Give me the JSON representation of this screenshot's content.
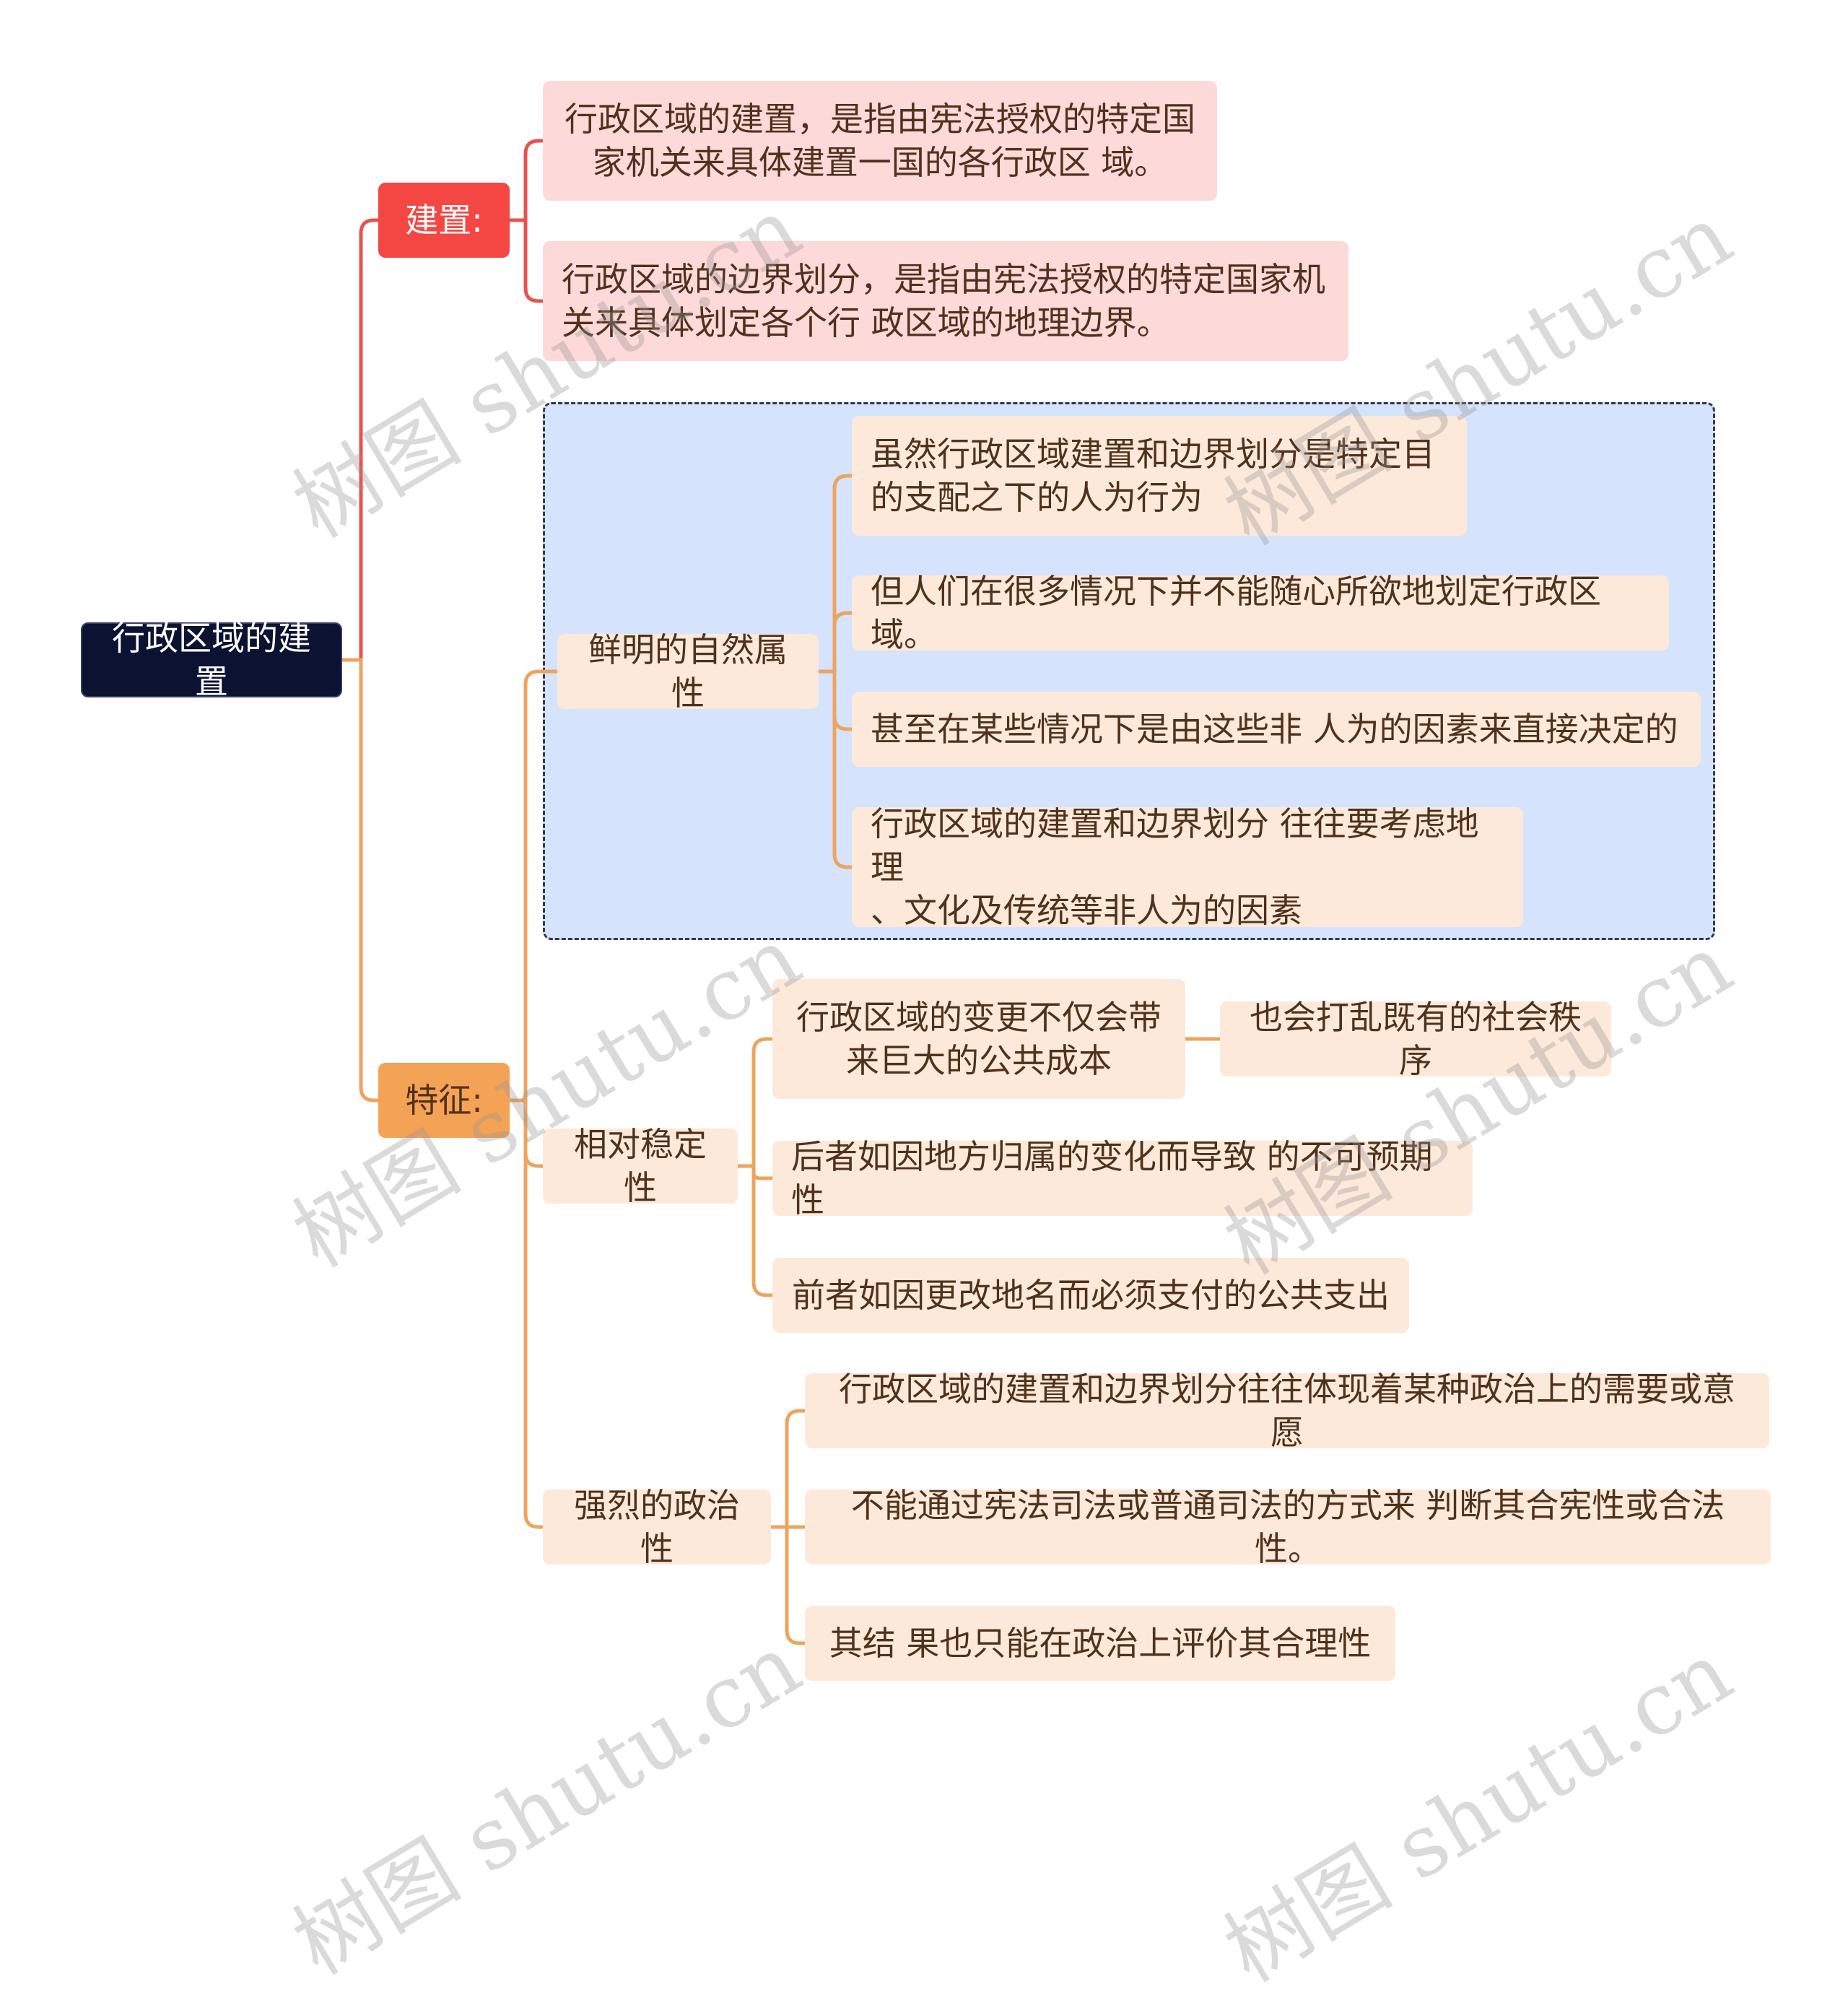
{
  "colors": {
    "red_branch": "#e8524d",
    "orange_branch": "#eca45e",
    "root_bg": "#0c1232",
    "red_head_bg": "#f44743",
    "orange_head_bg": "#f4a256",
    "pink_bg": "#fdd9d9",
    "cream_bg": "#fde9da",
    "group_bg": "#d5e3fd"
  },
  "mindmap": {
    "root": "行政区域的建置",
    "jianzhi": {
      "label": "建置:",
      "items": [
        "行政区域的建置，是指由宪法授权的特定国\n家机关来具体建置一国的各行政区 域。",
        "行政区域的边界划分，是指由宪法授权的特定国家机\n关来具体划定各个行 政区域的地理边界。"
      ]
    },
    "tezheng": {
      "label": "特征:",
      "natural": {
        "label": "鲜明的自然属性",
        "items": [
          "虽然行政区域建置和边界划分是特定目\n的支配之下的人为行为",
          "但人们在很多情况下并不能随心所欲地划定行政区域。",
          "甚至在某些情况下是由这些非 人为的因素来直接决定的",
          "行政区域的建置和边界划分 往往要考虑地理\n、文化及传统等非人为的因素"
        ]
      },
      "stable": {
        "label": "相对稳定性",
        "cost": "行政区域的变更不仅会带\n来巨大的公共成本",
        "cost_child": "也会打乱既有的社会秩序",
        "items": [
          "后者如因地方归属的变化而导致 的不可预期性",
          "前者如因更改地名而必须支付的公共支出"
        ]
      },
      "political": {
        "label": "强烈的政治性",
        "items": [
          "行政区域的建置和边界划分往往体现着某种政治上的需要或意愿",
          "不能通过宪法司法或普通司法的方式来 判断其合宪性或合法性。",
          "其结 果也只能在政治上评价其合理性"
        ]
      }
    }
  },
  "watermark": "树图 shutu.cn"
}
